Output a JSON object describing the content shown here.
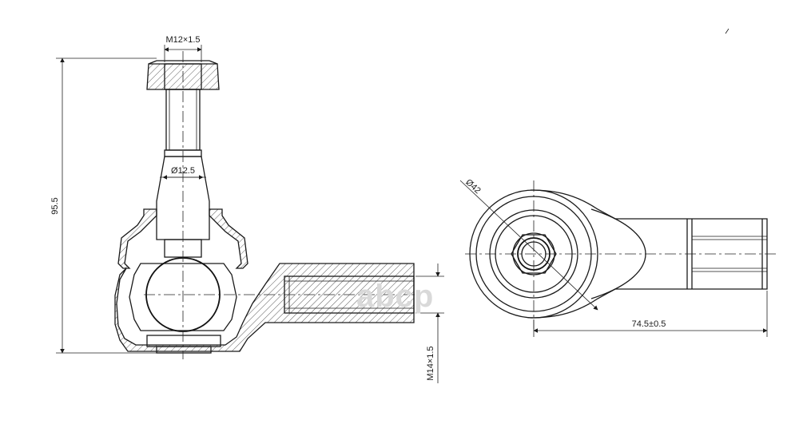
{
  "dimensions": {
    "thread_top": "M12×1.5",
    "shank_diameter": "Ø12.5",
    "overall_height": "95.5",
    "thread_side": "M14×1.5",
    "hole_diameter": "Ø42",
    "length": "74.5±0.5"
  },
  "watermark": {
    "text": "abcp"
  },
  "colors": {
    "line": "#1a1a1a",
    "watermark": "#d9d9d9"
  }
}
